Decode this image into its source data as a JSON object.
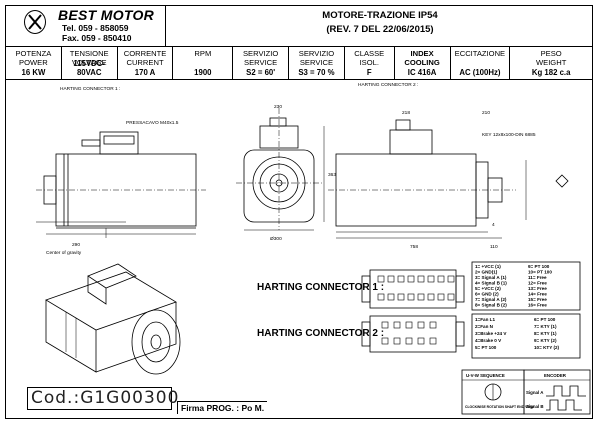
{
  "header": {
    "company": "BEST MOTOR",
    "tel": "Tel. 059 - 858059",
    "fax": "Fax. 059 - 850410",
    "title": "MOTORE-TRAZIONE IP54",
    "revision": "(REV. 7 DEL 22/06/2015)"
  },
  "specs": [
    {
      "label1": "POTENZA",
      "label2": "POWER",
      "value": "16  KW"
    },
    {
      "label1": "TENSIONE",
      "label2": "VOLTAGE",
      "value": "115VDC-80VAC"
    },
    {
      "label1": "CORRENTE",
      "label2": "CURRENT",
      "value": "170 A"
    },
    {
      "label1": "RPM",
      "label2": "",
      "value": "1900"
    },
    {
      "label1": "SERVIZIO",
      "label2": "SERVICE",
      "value": "S2 =  60'"
    },
    {
      "label1": "SERVIZIO",
      "label2": "SERVICE",
      "value": "S3 = 70 %"
    },
    {
      "label1": "CLASSE",
      "label2": "ISOL.",
      "value": "F"
    },
    {
      "label1": "INDEX COOLING",
      "label2": "",
      "value": "IC 416A"
    },
    {
      "label1": "ECCITAZIONE",
      "label2": "",
      "value": "AC (100Hz)"
    },
    {
      "label1": "PESO",
      "label2": "WEIGHT",
      "value": "Kg 182 c.a"
    }
  ],
  "drawing": {
    "harting1_note": "HARTING CONNECTOR 1 :",
    "harting2_note": "HARTING CONNECTOR 2 :",
    "pressacavo": "PRESSACAVO M40x1.5",
    "center_gravity": "Center of gravity",
    "key": "KEY 12x8x100-DIN 6885",
    "dims": {
      "d290": "290",
      "d230": "230",
      "d210": "210",
      "d218": "218",
      "d758": "758",
      "d110": "110",
      "d300": "Ø300",
      "d363": "363",
      "d4": "4"
    }
  },
  "connector1": {
    "label": "HARTING CONNECTOR 1 :",
    "pins": [
      "1= +VCC (1)",
      "2= GND(1)",
      "3= Signal A (1)",
      "4= Signal B (1)",
      "5= +VCC (2)",
      "6= GND (2)",
      "7= Signal A (2)",
      "8= Signal B (2)",
      "9= PT 100",
      "10= PT 100",
      "11= Free",
      "12= Free",
      "13= Free",
      "14= Free",
      "15= Free",
      "16= Free"
    ]
  },
  "connector2": {
    "label": "HARTING CONNECTOR 2 :",
    "pins": [
      "1=Fan L1",
      "2=Fan N",
      "3=Brake +24 V",
      "4=Brake 0 V",
      "5= PT 100",
      "6= PT 100",
      "7= KTY (1)",
      "8= KTY (1)",
      "9= KTY (2)",
      "10= KTY (2)"
    ]
  },
  "sequence": {
    "title": "U-V-W SEQUENCE",
    "note": "CLOCKWISE ROTATION SHAFT END VIEW"
  },
  "encoder": {
    "title": "ENCODER",
    "sigA": "Signal A",
    "sigB": "Signal B"
  },
  "footer": {
    "code": "Cod.:G1G00300",
    "firma": "Firma PROG. : Po M."
  }
}
